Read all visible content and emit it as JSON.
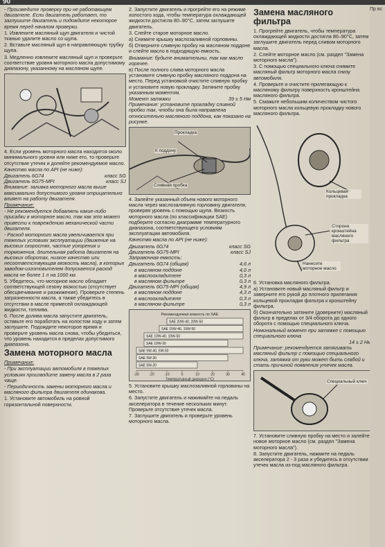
{
  "page_number": "90",
  "col1": {
    "intro": "- Произведите проверку при не работающем двигателе. Если двигатель работает, то заглушите двигатель и подождите некоторое время перед началом проверки.",
    "steps": [
      "1. Извлеките масляный щуп двигателя и чистой тканью удалите масло со щупа.",
      "2. Вставьте масляный щуп в направляющую трубку щупа.",
      "3. Медленно извлеките масляный щуп и проверьте соответствие уровня моторного масла допустимому диапазону, указанному на масляном щупе."
    ],
    "step4": "4. Если уровень моторного масла находится около минимального уровня или ниже его, то проверьте отсутствие утечек и долейте рекомендуемое масло.",
    "quality_title": "Качество масла по API (не ниже):",
    "quality": [
      {
        "engine": "Двигатель 6G74",
        "cls": "класс SG"
      },
      {
        "engine": "Двигатель 6G75-MPI",
        "cls": "класс SJ"
      }
    ],
    "warning": "Внимание: заливка моторного масла выше максимально допустимого уровня отрицательно влияет на работу двигателя.",
    "notes_title": "Примечание:",
    "notes": [
      "- Не рекомендуется добавлять какие-либо присадки в моторное масло, так как это может привести к повреждению механической части двигателя.",
      "- Расход моторного масла увеличивается при тяжелых условиях эксплуатации (движение на высоких скоростях, частые ускорения и торможения, длительная работа двигателя на высоких оборотах, низкое качество или несоответствующая вязкость масла), в которых заводом-изготовителем допускается расход масла не более 1 л на 1000 км."
    ],
    "step5": "5. Убедитесь, что моторное масло обладает соответствующей сезону вязкостью (отсутствует обесцвечивание и разжижение). Проверьте степень загрязненности масла, а также убедитесь в отсутствии в масле примесей охлаждающей жидкости, топлива.",
    "step6": "6. После долива масла запустите двигатель, оставьте его поработать на холостом ходу и затем заглушите. Подождите некоторое время и проверьте уровень масла снова, чтобы убедиться, что уровень находится в пределах допустимого диапазона.",
    "heading2": "Замена моторного масла",
    "notes2_title": "Примечание:",
    "notes2": [
      "- При эксплуатации автомобиля в тяжелых условиях производите замену масла в 2 раза чаще.",
      "- Периодичность замены моторного масла и масляного фильтра двигателя одинакова."
    ],
    "step1b": "1. Установите автомобиль на ровной горизонтальной поверхности."
  },
  "col2": {
    "steps": [
      "2. Запустите двигатель и прогрейте его на режиме холостого хода, чтобы температура охлаждающей жидкости достигла 80–90°С, затем заглушите двигатель.",
      "3. Слейте старое моторное масло.",
      "а) Снимите крышку маслозаливной горловины.",
      "б) Отверните сливную пробку на масляном поддоне и слейте масло в подходящую емкость."
    ],
    "warning": "Внимание: будьте внимательны, так как масло горячее.",
    "step_v": "в) После полного слива моторного масла установите сливную пробку масляного поддона на место. Перед установкой очистите сливную пробку и установите новую прокладку. Затяните пробку указанным моментом.",
    "torque_label": "Момент затяжки",
    "torque_value": "39 ± 5 Нм",
    "note": "Примечание: установите прокладку сливной пробки так, чтобы она была направлена относительно масляного поддона, как показано на рисунке.",
    "fig_labels": {
      "gasket": "Прокладка",
      "to_pan": "К поддону",
      "plug": "Сливная пробка"
    },
    "step4": "4. Залейте указанный объем нового моторного масла через маслозаливную горловину двигателя, проверяя уровень с помощью щупа. Вязкость моторного масла (по классификации SAE) подберите согласно диаграмме температурного диапазона, соответствующего условиям эксплуатации автомобиля.",
    "quality_title": "Качество масла по API (не ниже):",
    "quality": [
      {
        "engine": "Двигатель 6G74",
        "cls": "класс SG"
      },
      {
        "engine": "Двигатель 6G75-MPI",
        "cls": "класс SJ"
      }
    ],
    "capacity_title": "Заправочная емкость:",
    "capacity": [
      {
        "label": "Двигатель 6G74 (общая)",
        "val": "4,6 л",
        "bold": true
      },
      {
        "label": "в масляном поддоне",
        "val": "4,0 л",
        "bold": false
      },
      {
        "label": "в маслоохладителе",
        "val": "0,3 л",
        "bold": false
      },
      {
        "label": "в масляном фильтре",
        "val": "0,3 л",
        "bold": false
      },
      {
        "label": "Двигатель 6G75-MPI (общая)",
        "val": "4,9 л",
        "bold": true
      },
      {
        "label": "в масляном поддоне",
        "val": "4,3 л",
        "bold": false
      },
      {
        "label": "в маслоохладителе",
        "val": "0,3 л",
        "bold": false
      },
      {
        "label": "в масляном фильтре",
        "val": "0,3 л",
        "bold": false
      }
    ],
    "chart_title": "Рекомендуемая вязкость по SAE",
    "chart_xlabel": "Температурный диапазон (°С)",
    "chart_ticks": [
      "-30",
      "-20",
      "-10",
      "0",
      "10",
      "20",
      "30",
      "40"
    ],
    "step5": "5. Установите крышку маслозаливной горловины на место.",
    "step6": "6. Запустите двигатель и нажимайте на педаль акселератора в течение нескольких минут. Проверьте отсутствие утечек масла.",
    "step7": "7. Заглушите двигатель и проверьте уровень моторного масла."
  },
  "chart_data": {
    "type": "bar",
    "title": "Рекомендуемая вязкость по SAE",
    "xlabel": "Температурный диапазон (°С)",
    "xlim": [
      -30,
      40
    ],
    "series": [
      {
        "name": "SAE 20W-40, 20W-50",
        "range": [
          -10,
          40
        ]
      },
      {
        "name": "SAE 15W-40, 15W-50",
        "range": [
          -15,
          40
        ]
      },
      {
        "name": "SAE 10W-40, 10W-50",
        "range": [
          -25,
          40
        ]
      },
      {
        "name": "SAE 10W-30",
        "range": [
          -25,
          30
        ]
      },
      {
        "name": "SAE 5W-40, 5W-50",
        "range": [
          -30,
          40
        ]
      },
      {
        "name": "SAE 5W-30",
        "range": [
          -30,
          30
        ]
      },
      {
        "name": "SAE 5W-20",
        "range": [
          -30,
          10
        ]
      }
    ]
  },
  "col3": {
    "heading": "Замена масляного фильтра",
    "steps": [
      "1. Прогрейте двигатель, чтобы температура охлаждающей жидкости достигла 80–90°С, затем заглушите двигатель перед сливом моторного масла.",
      "2. Слейте моторное масло (см. раздел \"Замена моторного масла\").",
      "3. С помощью специального ключа снимите масляный фильтр моторного масла снизу автомобиля.",
      "4. Проверьте и очистите прилегающую к масляному фильтру поверхность кронштейна масляного фильтра.",
      "5. Смажьте небольшим количеством чистого моторного масла кольцевую прокладку нового масляного фильтра."
    ],
    "fig_labels": {
      "ring": "Кольцевая прокладка",
      "side": "Сторона кронштейна масляного фильтра",
      "apply": "Нанесите моторное масло"
    },
    "step6": "6. Установка масляного фильтра.",
    "step6a": "а) Установите новый масляный фильтр и заверните его рукой до плотного прилегания кольцевой прокладки фильтра к кронштейну фильтра.",
    "step6b": "б) Окончательно затяните (доверните) масляный фильтр в пределах от 3/4 оборота до одного оборота с помощью специального ключа.",
    "torque_title": "Номинальный момент при затяжке с помощью специального ключа",
    "torque_value": "14 ± 2 Нм",
    "note": "Примечание: рекомендуется затягивать масляный фильтр с помощью специального ключа, затяжка от руки может быть слабой и стать причиной появления утечек масла.",
    "tool_label": "Специальный ключ",
    "step7": "7. Установите сливную пробку на место и залейте новое моторное масло (см. раздел \"Замена моторного масла\").",
    "step8": "8. Запустите двигатель, нажмите на педаль акселератора 2 - 3 раза и убедитесь в отсутствии утечек масла из-под масляного фильтра."
  },
  "edge_text": "Пр вс"
}
